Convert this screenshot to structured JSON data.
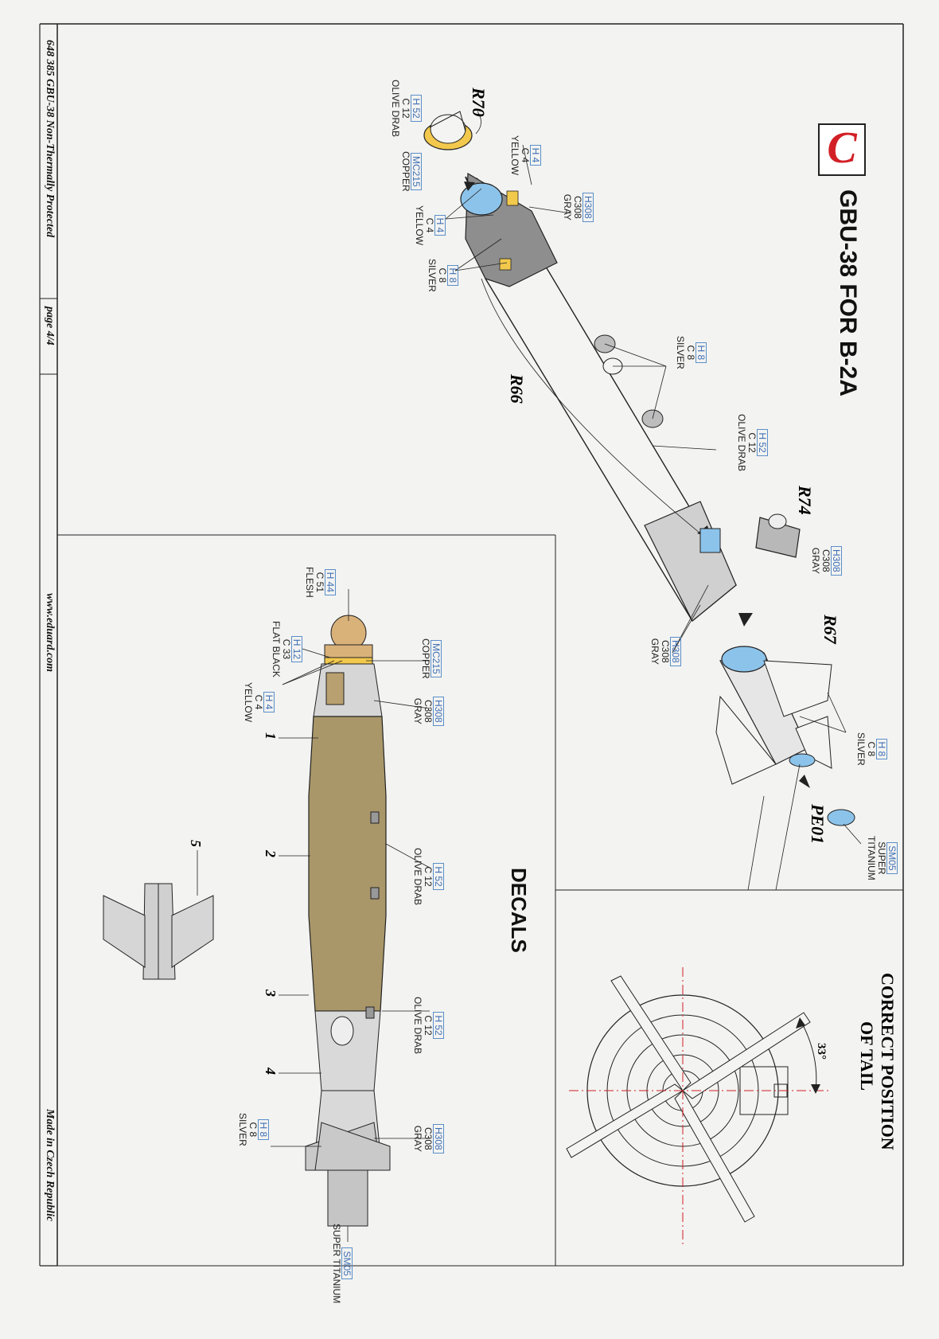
{
  "footer": {
    "product": "648 385  GBU-38 Non-Thermally Protected",
    "page": "page 4/4",
    "website": "www.eduard.com",
    "origin": "Made in Czech Republic"
  },
  "header": {
    "letter": "C",
    "title": "GBU-38 FOR B-2A"
  },
  "part_labels": {
    "r70": "R70",
    "r66": "R66",
    "r74": "R74",
    "r67": "R67",
    "pe01": "PE01"
  },
  "callouts": {
    "h52_top": {
      "code": "H 52",
      "alt": "C 12",
      "name": "OLIVE DRAB"
    },
    "mc215_top": {
      "code": "MC215",
      "name": "COPPER"
    },
    "h4_top": {
      "code": "H 4",
      "alt": "C 4",
      "name": "YELLOW"
    },
    "h4_mid": {
      "code": "H 4",
      "alt": "C 4",
      "name": "YELLOW"
    },
    "h308_top": {
      "code": "H308",
      "alt": "C308",
      "name": "GRAY"
    },
    "h8_top": {
      "code": "H 8",
      "alt": "C 8",
      "name": "SILVER"
    },
    "h8_body": {
      "code": "H 8",
      "alt": "C 8",
      "name": "SILVER"
    },
    "h52_body": {
      "code": "H 52",
      "alt": "C 12",
      "name": "OLIVE DRAB"
    },
    "h308_r74": {
      "code": "H308",
      "alt": "C308",
      "name": "GRAY"
    },
    "h308_mid": {
      "code": "H308",
      "alt": "C308",
      "name": "GRAY"
    },
    "h8_tail": {
      "code": "H 8",
      "alt": "C 8",
      "name": "SILVER"
    },
    "sm05_tail": {
      "code": "SM05",
      "name": "SUPER TITANIUM"
    },
    "h44": {
      "code": "H 44",
      "alt": "C 51",
      "name": "FLESH"
    },
    "h12": {
      "code": "H 12",
      "alt": "C 33",
      "name": "FLAT BLACK"
    },
    "h4_dec": {
      "code": "H 4",
      "alt": "C 4",
      "name": "YELLOW"
    },
    "mc215_dec": {
      "code": "MC215",
      "name": "COPPER"
    },
    "h308_dec1": {
      "code": "H308",
      "alt": "C308",
      "name": "GRAY"
    },
    "h52_dec1": {
      "code": "H 52",
      "alt": "C 12",
      "name": "OLIVE DRAB"
    },
    "h52_dec2": {
      "code": "H 52",
      "alt": "C 12",
      "name": "OLIVE DRAB"
    },
    "h308_dec2": {
      "code": "H308",
      "alt": "C308",
      "name": "GRAY"
    },
    "h8_dec": {
      "code": "H 8",
      "alt": "C 8",
      "name": "SILVER"
    },
    "sm05_dec": {
      "code": "SM05",
      "name": "SUPER TITANIUM"
    }
  },
  "decals": {
    "title": "DECALS",
    "numbers": [
      "1",
      "2",
      "3",
      "4",
      "5"
    ]
  },
  "tail": {
    "title_line1": "CORRECT POSITION",
    "title_line2": "OF TAIL",
    "angle": "33°"
  },
  "colors": {
    "olive": "#a9976a",
    "yellow": "#f2c94c",
    "blue": "#8cc3ea",
    "gray": "#cfcfcf",
    "accent_red": "#d21f26",
    "code_blue": "#3e6fb5"
  }
}
